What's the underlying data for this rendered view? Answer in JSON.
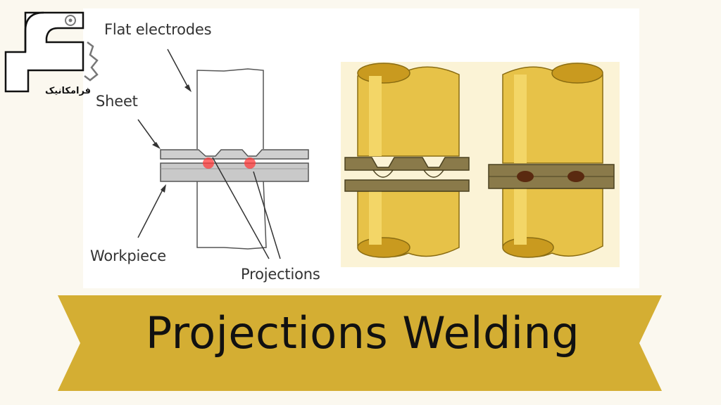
{
  "brand": {
    "logo_text": "فرامکانیک"
  },
  "diagram": {
    "labels": {
      "flat_electrodes": "Flat electrodes",
      "sheet": "Sheet",
      "workpiece": "Workpiece",
      "projections": "Projections"
    }
  },
  "banner": {
    "title": "Projections Welding"
  },
  "colors": {
    "banner": "#d4ae33",
    "rod": "#e6c24a",
    "rod_dark": "#b08614",
    "sheet": "#8a7a4a"
  }
}
